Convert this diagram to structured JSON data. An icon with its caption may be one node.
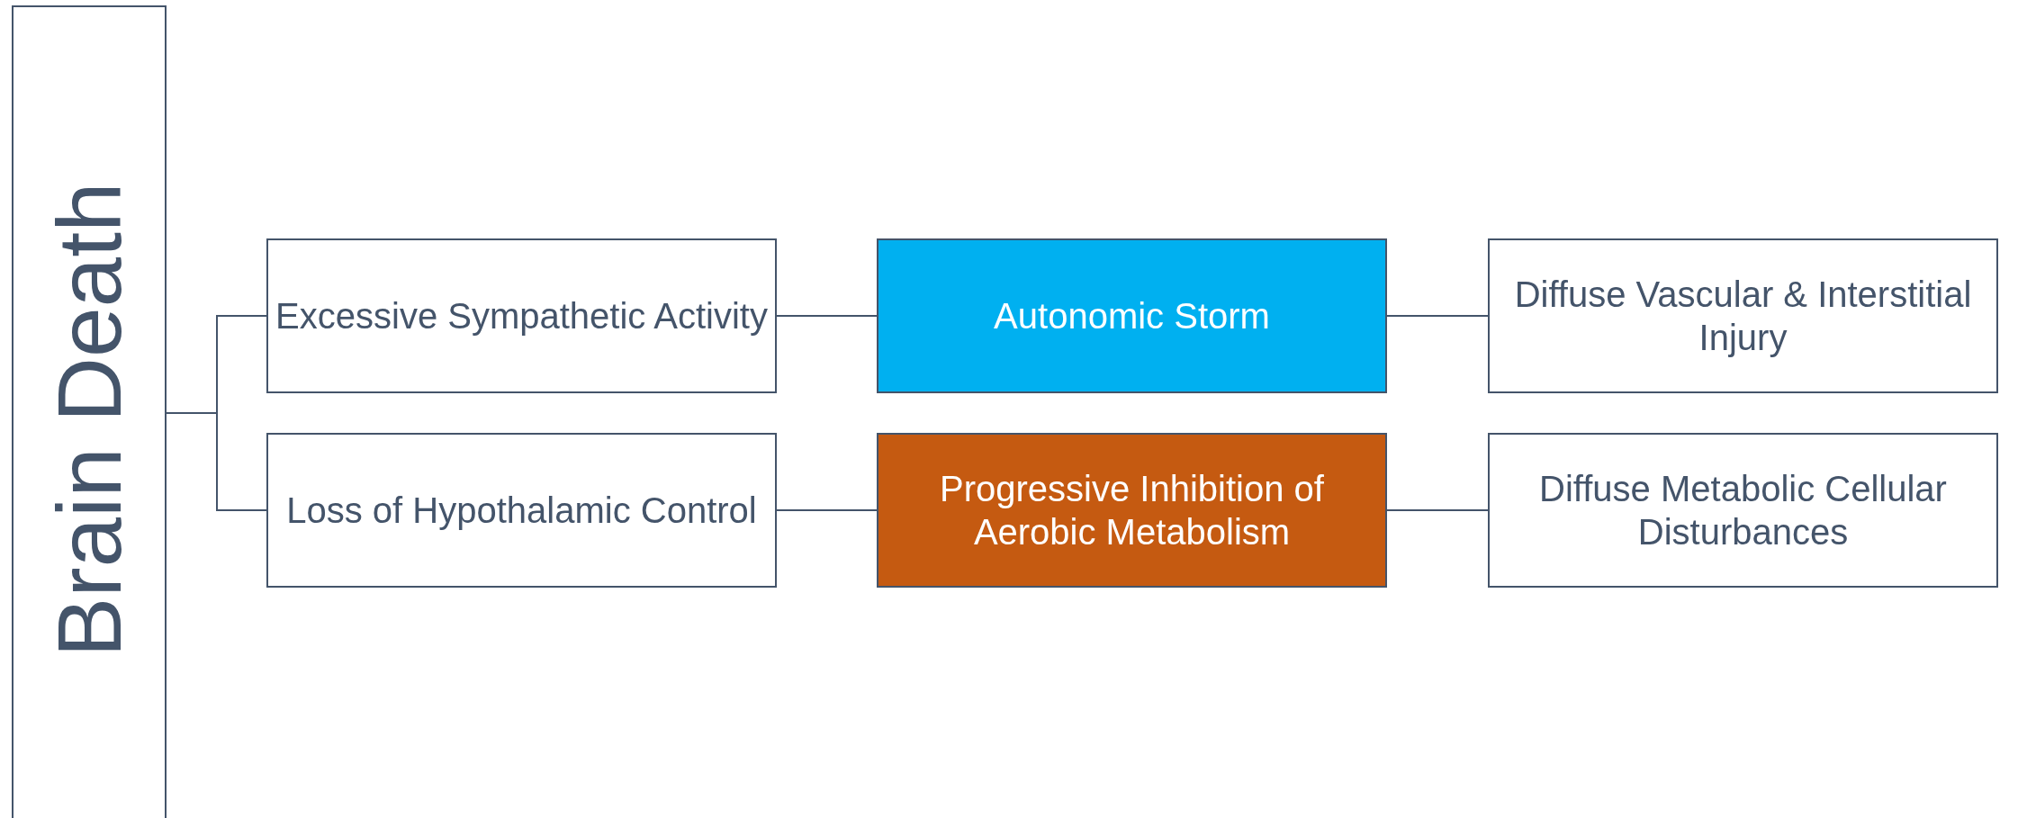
{
  "diagram": {
    "nodes": [
      {
        "text": [
          "Brain Death"
        ]
      },
      {
        "text": [
          "Excessive Sympathetic Activity"
        ]
      },
      {
        "text": [
          "Autonomic Storm"
        ]
      },
      {
        "text": [
          "Diffuse Vascular & Interstitial Injury"
        ]
      },
      {
        "text": [
          "Loss of Hypothalamic Control"
        ]
      },
      {
        "text": [
          "Progressive Inhibition of Aerobic Metabolism"
        ]
      },
      {
        "text": [
          "Diffuse Metabolic Cellular Disturbances"
        ]
      }
    ],
    "edges": [
      {
        "from": 0,
        "to": 1,
        "arrow": "none"
      },
      {
        "from": 0,
        "to": 4,
        "arrow": "none"
      },
      {
        "from": 1,
        "to": 2,
        "arrow": "none"
      },
      {
        "from": 2,
        "to": 3,
        "arrow": "none"
      },
      {
        "from": 4,
        "to": 5,
        "arrow": "none"
      },
      {
        "from": 5,
        "to": 6,
        "arrow": "none"
      }
    ]
  }
}
